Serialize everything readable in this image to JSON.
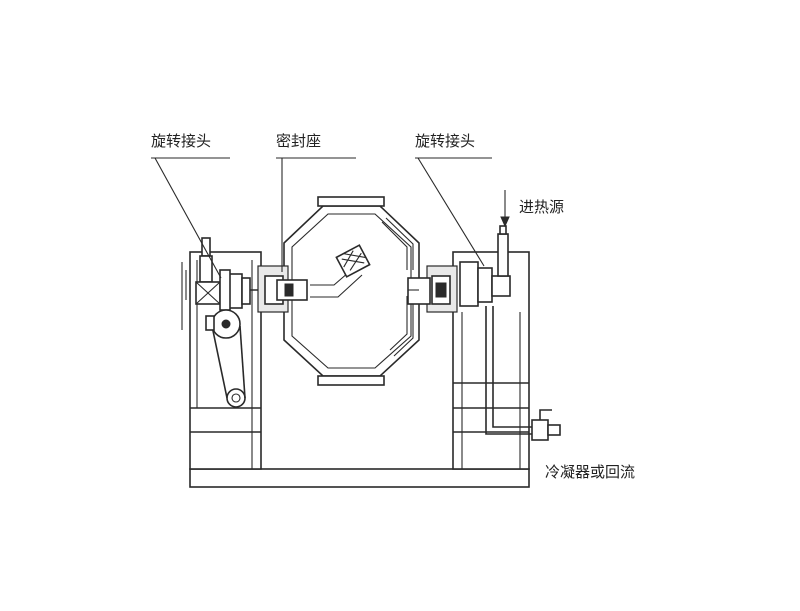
{
  "labels": {
    "rotary_joint_left": "旋转接头",
    "seal_seat": "密封座",
    "rotary_joint_right": "旋转接头",
    "heat_source_in": "进热源",
    "condenser_or_reflux": "冷凝器或回流"
  },
  "colors": {
    "line": "#2a2a2a",
    "text": "#222222",
    "background": "#ffffff"
  }
}
